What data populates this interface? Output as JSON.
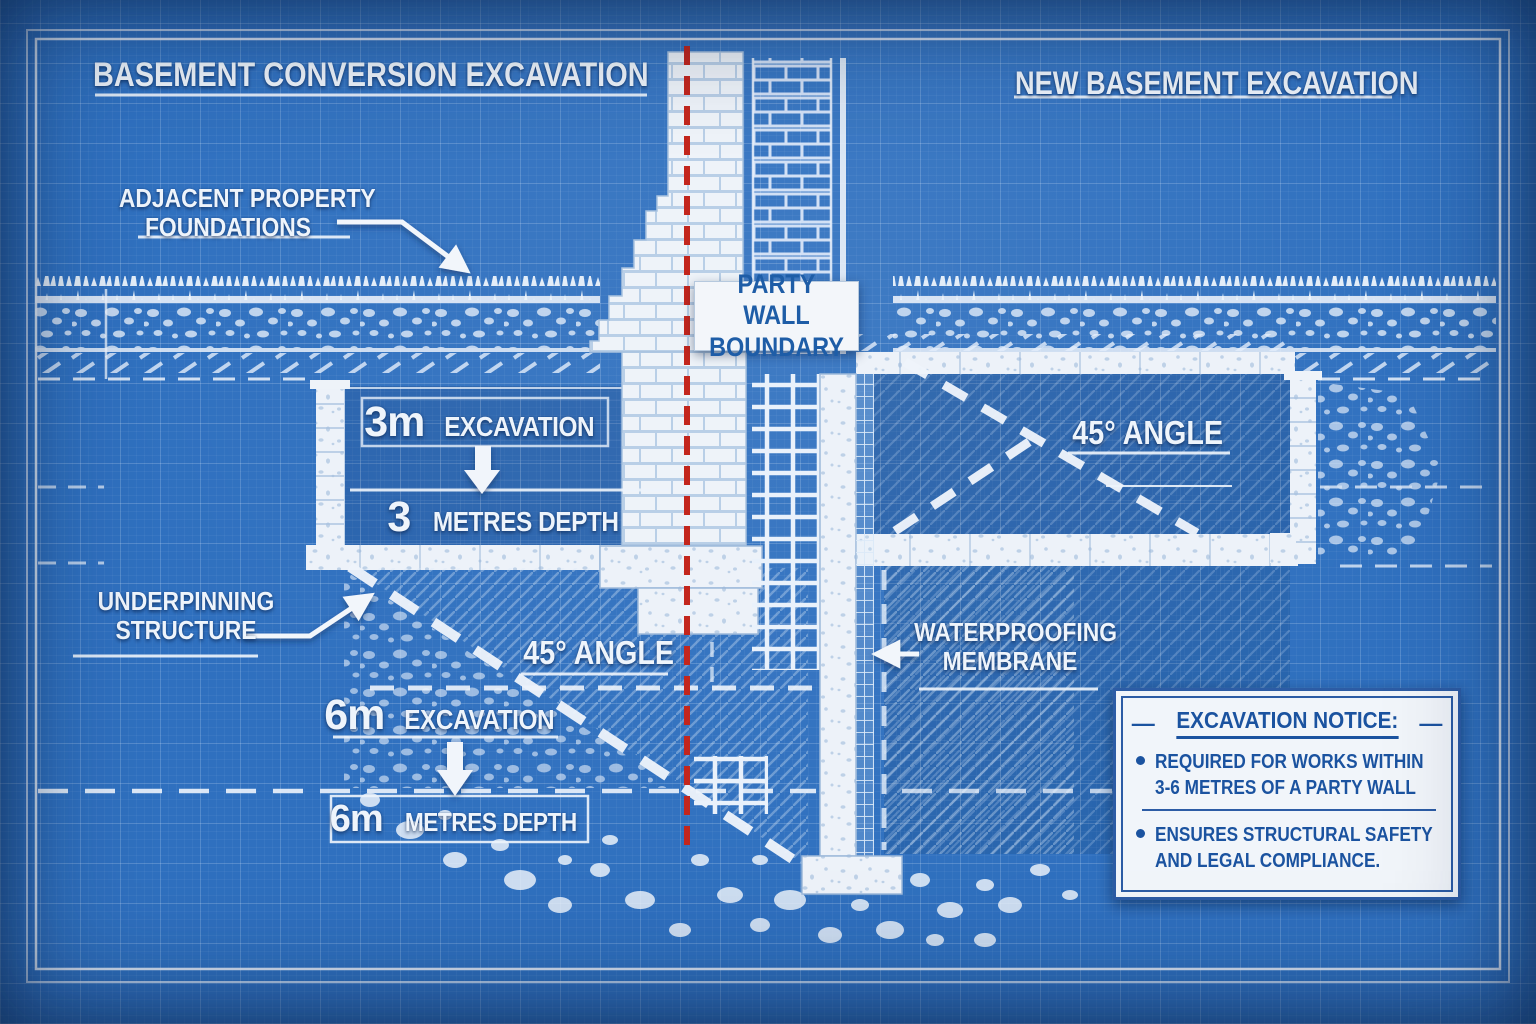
{
  "titles": {
    "left": "BASEMENT CONVERSION EXCAVATION",
    "right": "NEW BASEMENT EXCAVATION"
  },
  "labels": {
    "adjacent_line1": "ADJACENT PROPERTY",
    "adjacent_line2": "FOUNDATIONS",
    "party_line1": "PARTY WALL",
    "party_line2": "BOUNDARY",
    "exc3_value": "3m",
    "exc3_text": "EXCAVATION",
    "depth3_value": "3",
    "depth3_text": "METRES DEPTH",
    "angle_right": "45° ANGLE",
    "angle_left": "45° ANGLE",
    "underpinning_line1": "UNDERPINNING",
    "underpinning_line2": "STRUCTURE",
    "exc6_value": "6m",
    "exc6_text": "EXCAVATION",
    "depth6_value": "6m",
    "depth6_text": "METRES DEPTH",
    "waterproofing_line1": "WATERPROOFING",
    "waterproofing_line2": "MEMBRANE"
  },
  "notice": {
    "decor_dash": "—",
    "title": "EXCAVATION NOTICE:",
    "bullet1_line1": "REQUIRED FOR WORKS WITHIN",
    "bullet1_line2": "3-6 METRES OF A PARTY WALL",
    "bullet2_line1": "ENSURES STRUCTURAL SAFETY",
    "bullet2_line2": "AND LEGAL COMPLIANCE."
  },
  "colors": {
    "background_blue": "#2f70bf",
    "drawing_white": "#eef4fb",
    "boundary_red": "#c3261d",
    "label_blue": "#1e5da7",
    "notice_blue": "#1b53a0"
  }
}
